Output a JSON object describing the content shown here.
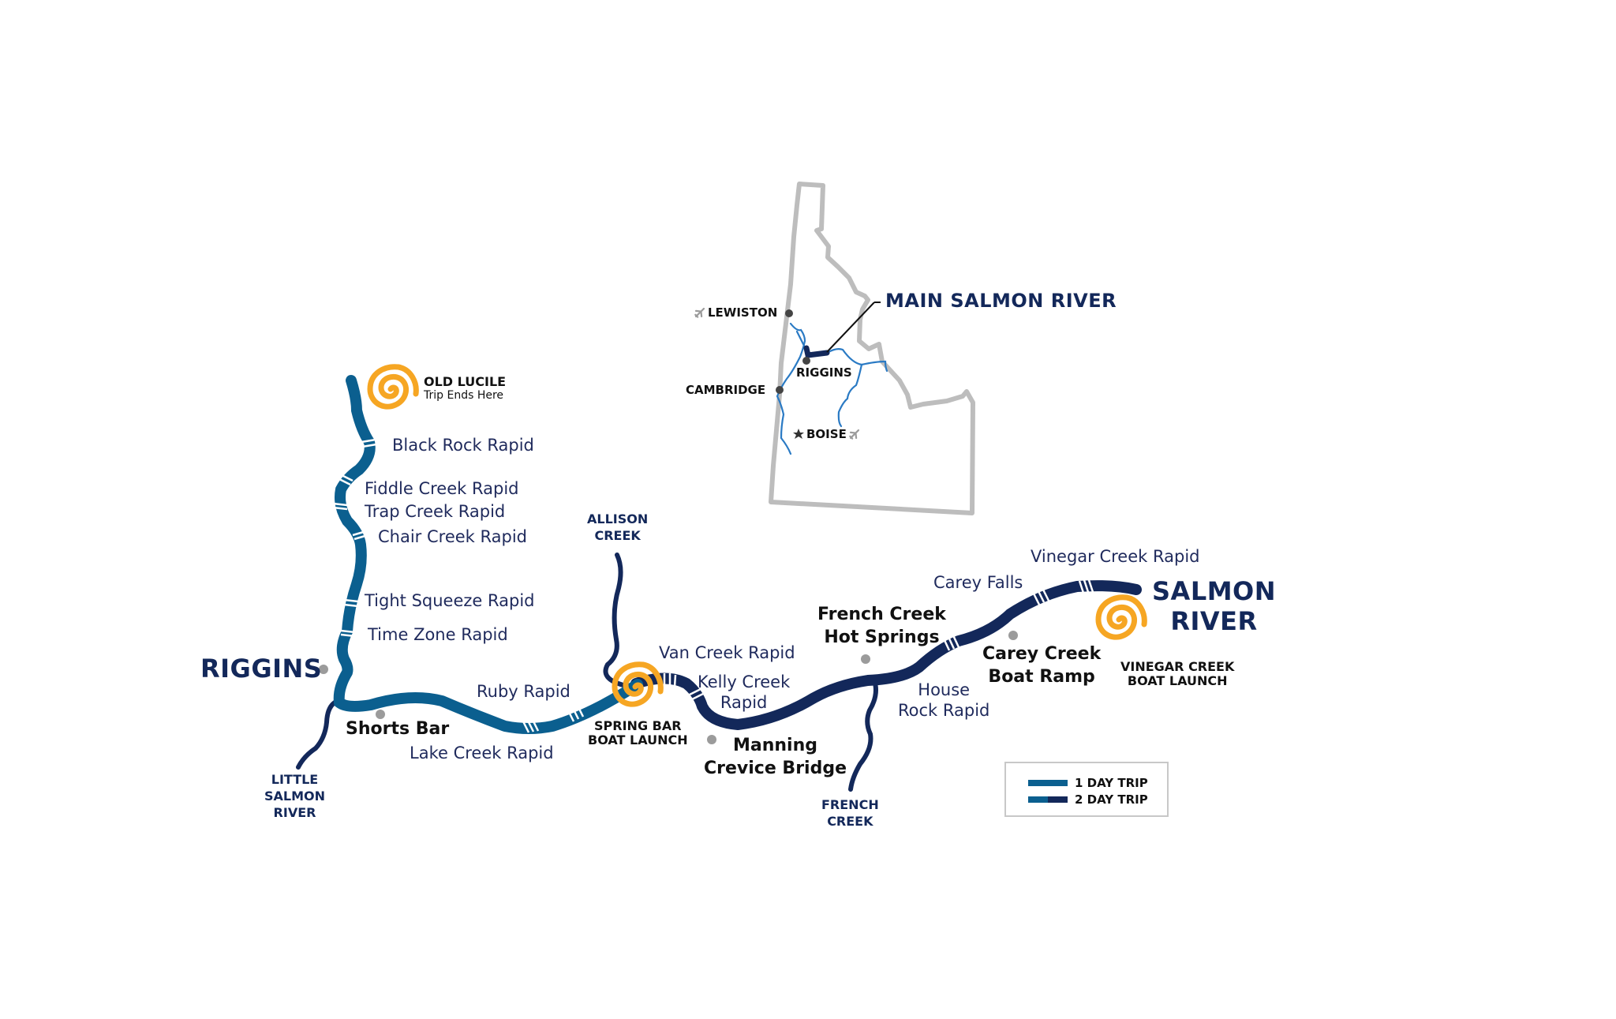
{
  "colors": {
    "river_1day": "#0b5f8f",
    "river_2day": "#13285a",
    "tributary": "#13285a",
    "inset_river": "#2a7ac4",
    "spiral": "#f6a623",
    "poi_dot": "#9b9b9b",
    "city_dot": "#444444",
    "state_outline": "#bdbdbd",
    "label_dark": "#13285a"
  },
  "inset_map": {
    "state_name": "Idaho",
    "title": "MAIN SALMON RIVER",
    "cities": [
      {
        "name": "LEWISTON",
        "icon": "airplane-icon"
      },
      {
        "name": "RIGGINS",
        "icon": ""
      },
      {
        "name": "CAMBRIDGE",
        "icon": ""
      },
      {
        "name": "BOISE",
        "icon": "airplane-icon",
        "capital_icon": "star-icon"
      }
    ]
  },
  "main_map": {
    "river_name_line1": "SALMON",
    "river_name_line2": "RIVER",
    "town": "RIGGINS",
    "launch_points": [
      {
        "name": "OLD LUCILE",
        "subtitle": "Trip Ends Here",
        "icon": "spiral-icon"
      },
      {
        "name_line1": "SPRING BAR",
        "name_line2": "BOAT LAUNCH",
        "icon": "spiral-icon"
      },
      {
        "name_line1": "VINEGAR CREEK",
        "name_line2": "BOAT LAUNCH",
        "icon": "spiral-icon"
      }
    ],
    "points_of_interest": [
      {
        "line1": "Shorts Bar",
        "line2": ""
      },
      {
        "line1": "Manning",
        "line2": "Crevice Bridge"
      },
      {
        "line1": "French Creek",
        "line2": "Hot Springs"
      },
      {
        "line1": "Carey Creek",
        "line2": "Boat Ramp"
      }
    ],
    "rapids": [
      "Black Rock Rapid",
      "Fiddle Creek Rapid",
      "Trap Creek Rapid",
      "Chair Creek Rapid",
      "Tight Squeeze Rapid",
      "Time Zone Rapid",
      "Ruby Rapid",
      "Lake Creek Rapid",
      "Van Creek Rapid",
      "Kelly Creek",
      "Rapid",
      "House",
      "Rock Rapid",
      "Carey Falls",
      "Vinegar Creek Rapid"
    ],
    "tributaries": [
      {
        "line1": "LITTLE",
        "line2": "SALMON",
        "line3": "RIVER"
      },
      {
        "line1": "ALLISON",
        "line2": "CREEK"
      },
      {
        "line1": "FRENCH",
        "line2": "CREEK"
      }
    ]
  },
  "legend": {
    "items": [
      {
        "label": "1 DAY TRIP"
      },
      {
        "label": "2 DAY TRIP"
      }
    ]
  }
}
